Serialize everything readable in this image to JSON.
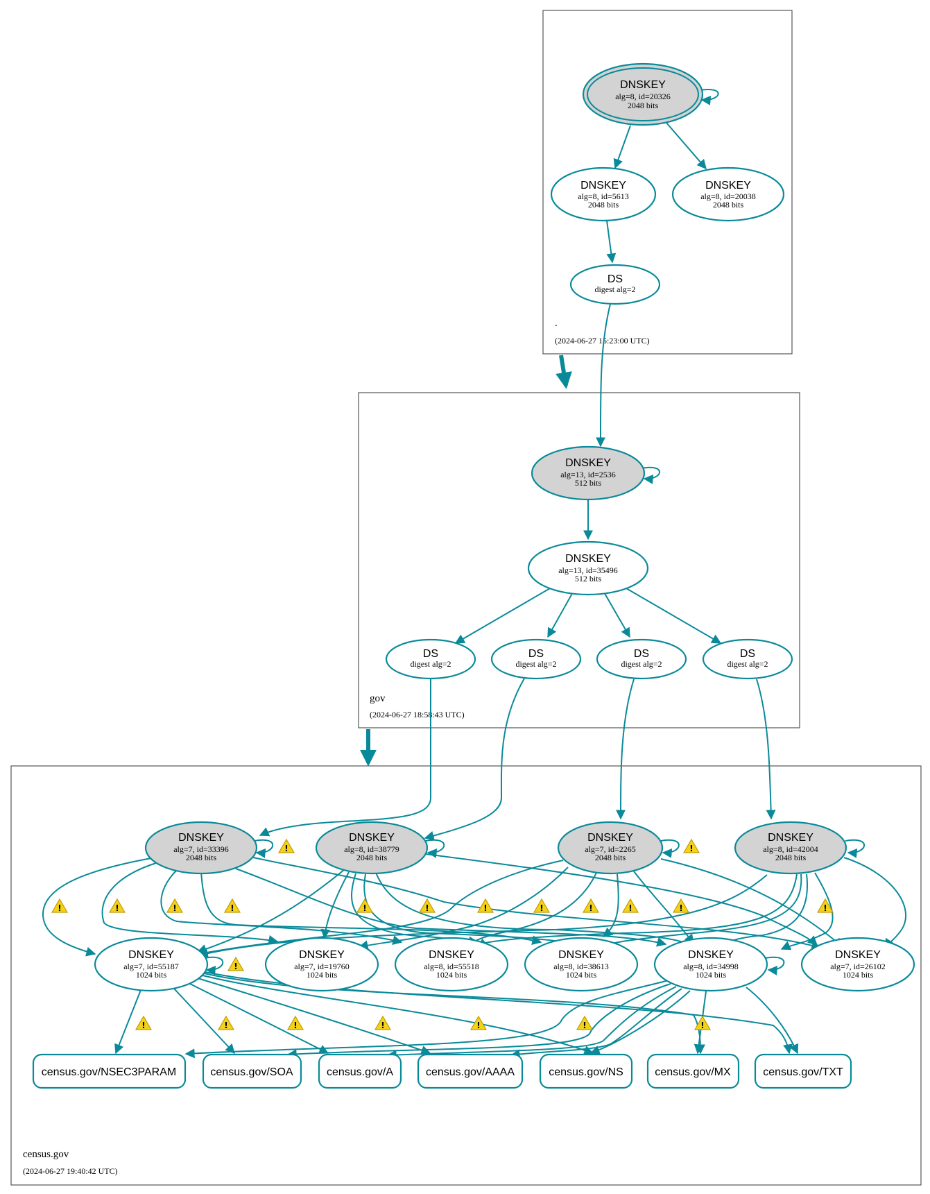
{
  "zones": [
    {
      "name": ".",
      "timestamp": "(2024-06-27 15:23:00 UTC)"
    },
    {
      "name": "gov",
      "timestamp": "(2024-06-27 18:58:43 UTC)"
    },
    {
      "name": "census.gov",
      "timestamp": "(2024-06-27 19:40:42 UTC)"
    }
  ],
  "nodes": {
    "root_ksk": {
      "title": "DNSKEY",
      "line1": "alg=8, id=20326",
      "line2": "2048 bits",
      "ksk": true
    },
    "root_zsk1": {
      "title": "DNSKEY",
      "line1": "alg=8, id=5613",
      "line2": "2048 bits"
    },
    "root_zsk2": {
      "title": "DNSKEY",
      "line1": "alg=8, id=20038",
      "line2": "2048 bits"
    },
    "root_ds": {
      "title": "DS",
      "line1": "digest alg=2"
    },
    "gov_ksk": {
      "title": "DNSKEY",
      "line1": "alg=13, id=2536",
      "line2": "512 bits",
      "ksk": true
    },
    "gov_zsk": {
      "title": "DNSKEY",
      "line1": "alg=13, id=35496",
      "line2": "512 bits"
    },
    "gov_ds1": {
      "title": "DS",
      "line1": "digest alg=2"
    },
    "gov_ds2": {
      "title": "DS",
      "line1": "digest alg=2"
    },
    "gov_ds3": {
      "title": "DS",
      "line1": "digest alg=2"
    },
    "gov_ds4": {
      "title": "DS",
      "line1": "digest alg=2"
    },
    "c_ksk_33396": {
      "title": "DNSKEY",
      "line1": "alg=7, id=33396",
      "line2": "2048 bits",
      "ksk": true
    },
    "c_ksk_38779": {
      "title": "DNSKEY",
      "line1": "alg=8, id=38779",
      "line2": "2048 bits",
      "ksk": true
    },
    "c_ksk_2265": {
      "title": "DNSKEY",
      "line1": "alg=7, id=2265",
      "line2": "2048 bits",
      "ksk": true
    },
    "c_ksk_42004": {
      "title": "DNSKEY",
      "line1": "alg=8, id=42004",
      "line2": "2048 bits",
      "ksk": true
    },
    "c_zsk_55187": {
      "title": "DNSKEY",
      "line1": "alg=7, id=55187",
      "line2": "1024 bits"
    },
    "c_zsk_19760": {
      "title": "DNSKEY",
      "line1": "alg=7, id=19760",
      "line2": "1024 bits"
    },
    "c_zsk_55518": {
      "title": "DNSKEY",
      "line1": "alg=8, id=55518",
      "line2": "1024 bits"
    },
    "c_zsk_38613": {
      "title": "DNSKEY",
      "line1": "alg=8, id=38613",
      "line2": "1024 bits"
    },
    "c_zsk_34998": {
      "title": "DNSKEY",
      "line1": "alg=8, id=34998",
      "line2": "1024 bits"
    },
    "c_zsk_26102": {
      "title": "DNSKEY",
      "line1": "alg=7, id=26102",
      "line2": "1024 bits"
    }
  },
  "rrsets": [
    "census.gov/NSEC3PARAM",
    "census.gov/SOA",
    "census.gov/A",
    "census.gov/AAAA",
    "census.gov/NS",
    "census.gov/MX",
    "census.gov/TXT"
  ],
  "colors": {
    "edge": "#0a8a99",
    "ksk_fill": "#d3d3d3",
    "warning": "#f2d21b"
  },
  "warning_icon": "warning-triangle-icon"
}
